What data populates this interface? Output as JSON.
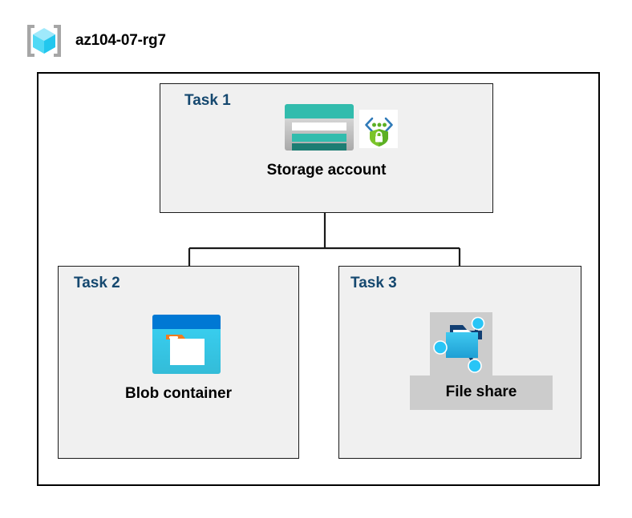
{
  "header": {
    "title": "az104-07-rg7",
    "icon": "resource-group-icon"
  },
  "diagram": {
    "type": "azure-architecture-diagram",
    "container_label": "az104-07-rg7",
    "colors": {
      "task_label": "#15486f",
      "task_box_fill": "#f0f0f0",
      "container_border": "#000000",
      "connector": "#1a1a1a",
      "storage_teal": "#32bcad",
      "blob_blue": "#0078d4",
      "blob_cyan": "#32c5ee",
      "blob_orange": "#f07c1e",
      "share_cyan": "#29c5f6",
      "shield_green": "#5cb024",
      "highlight_gray": "#cccccc"
    },
    "tasks": [
      {
        "label": "Task 1",
        "node_caption": "Storage account",
        "icons": [
          "storage-account-icon",
          "security-shield-icon"
        ],
        "highlighted": false
      },
      {
        "label": "Task 2",
        "node_caption": "Blob container",
        "icons": [
          "blob-container-icon"
        ],
        "highlighted": false
      },
      {
        "label": "Task 3",
        "node_caption": "File share",
        "icons": [
          "file-share-icon"
        ],
        "highlighted": true
      }
    ],
    "connections": [
      {
        "from": "Storage account",
        "to": "Blob container"
      },
      {
        "from": "Storage account",
        "to": "File share"
      }
    ]
  }
}
